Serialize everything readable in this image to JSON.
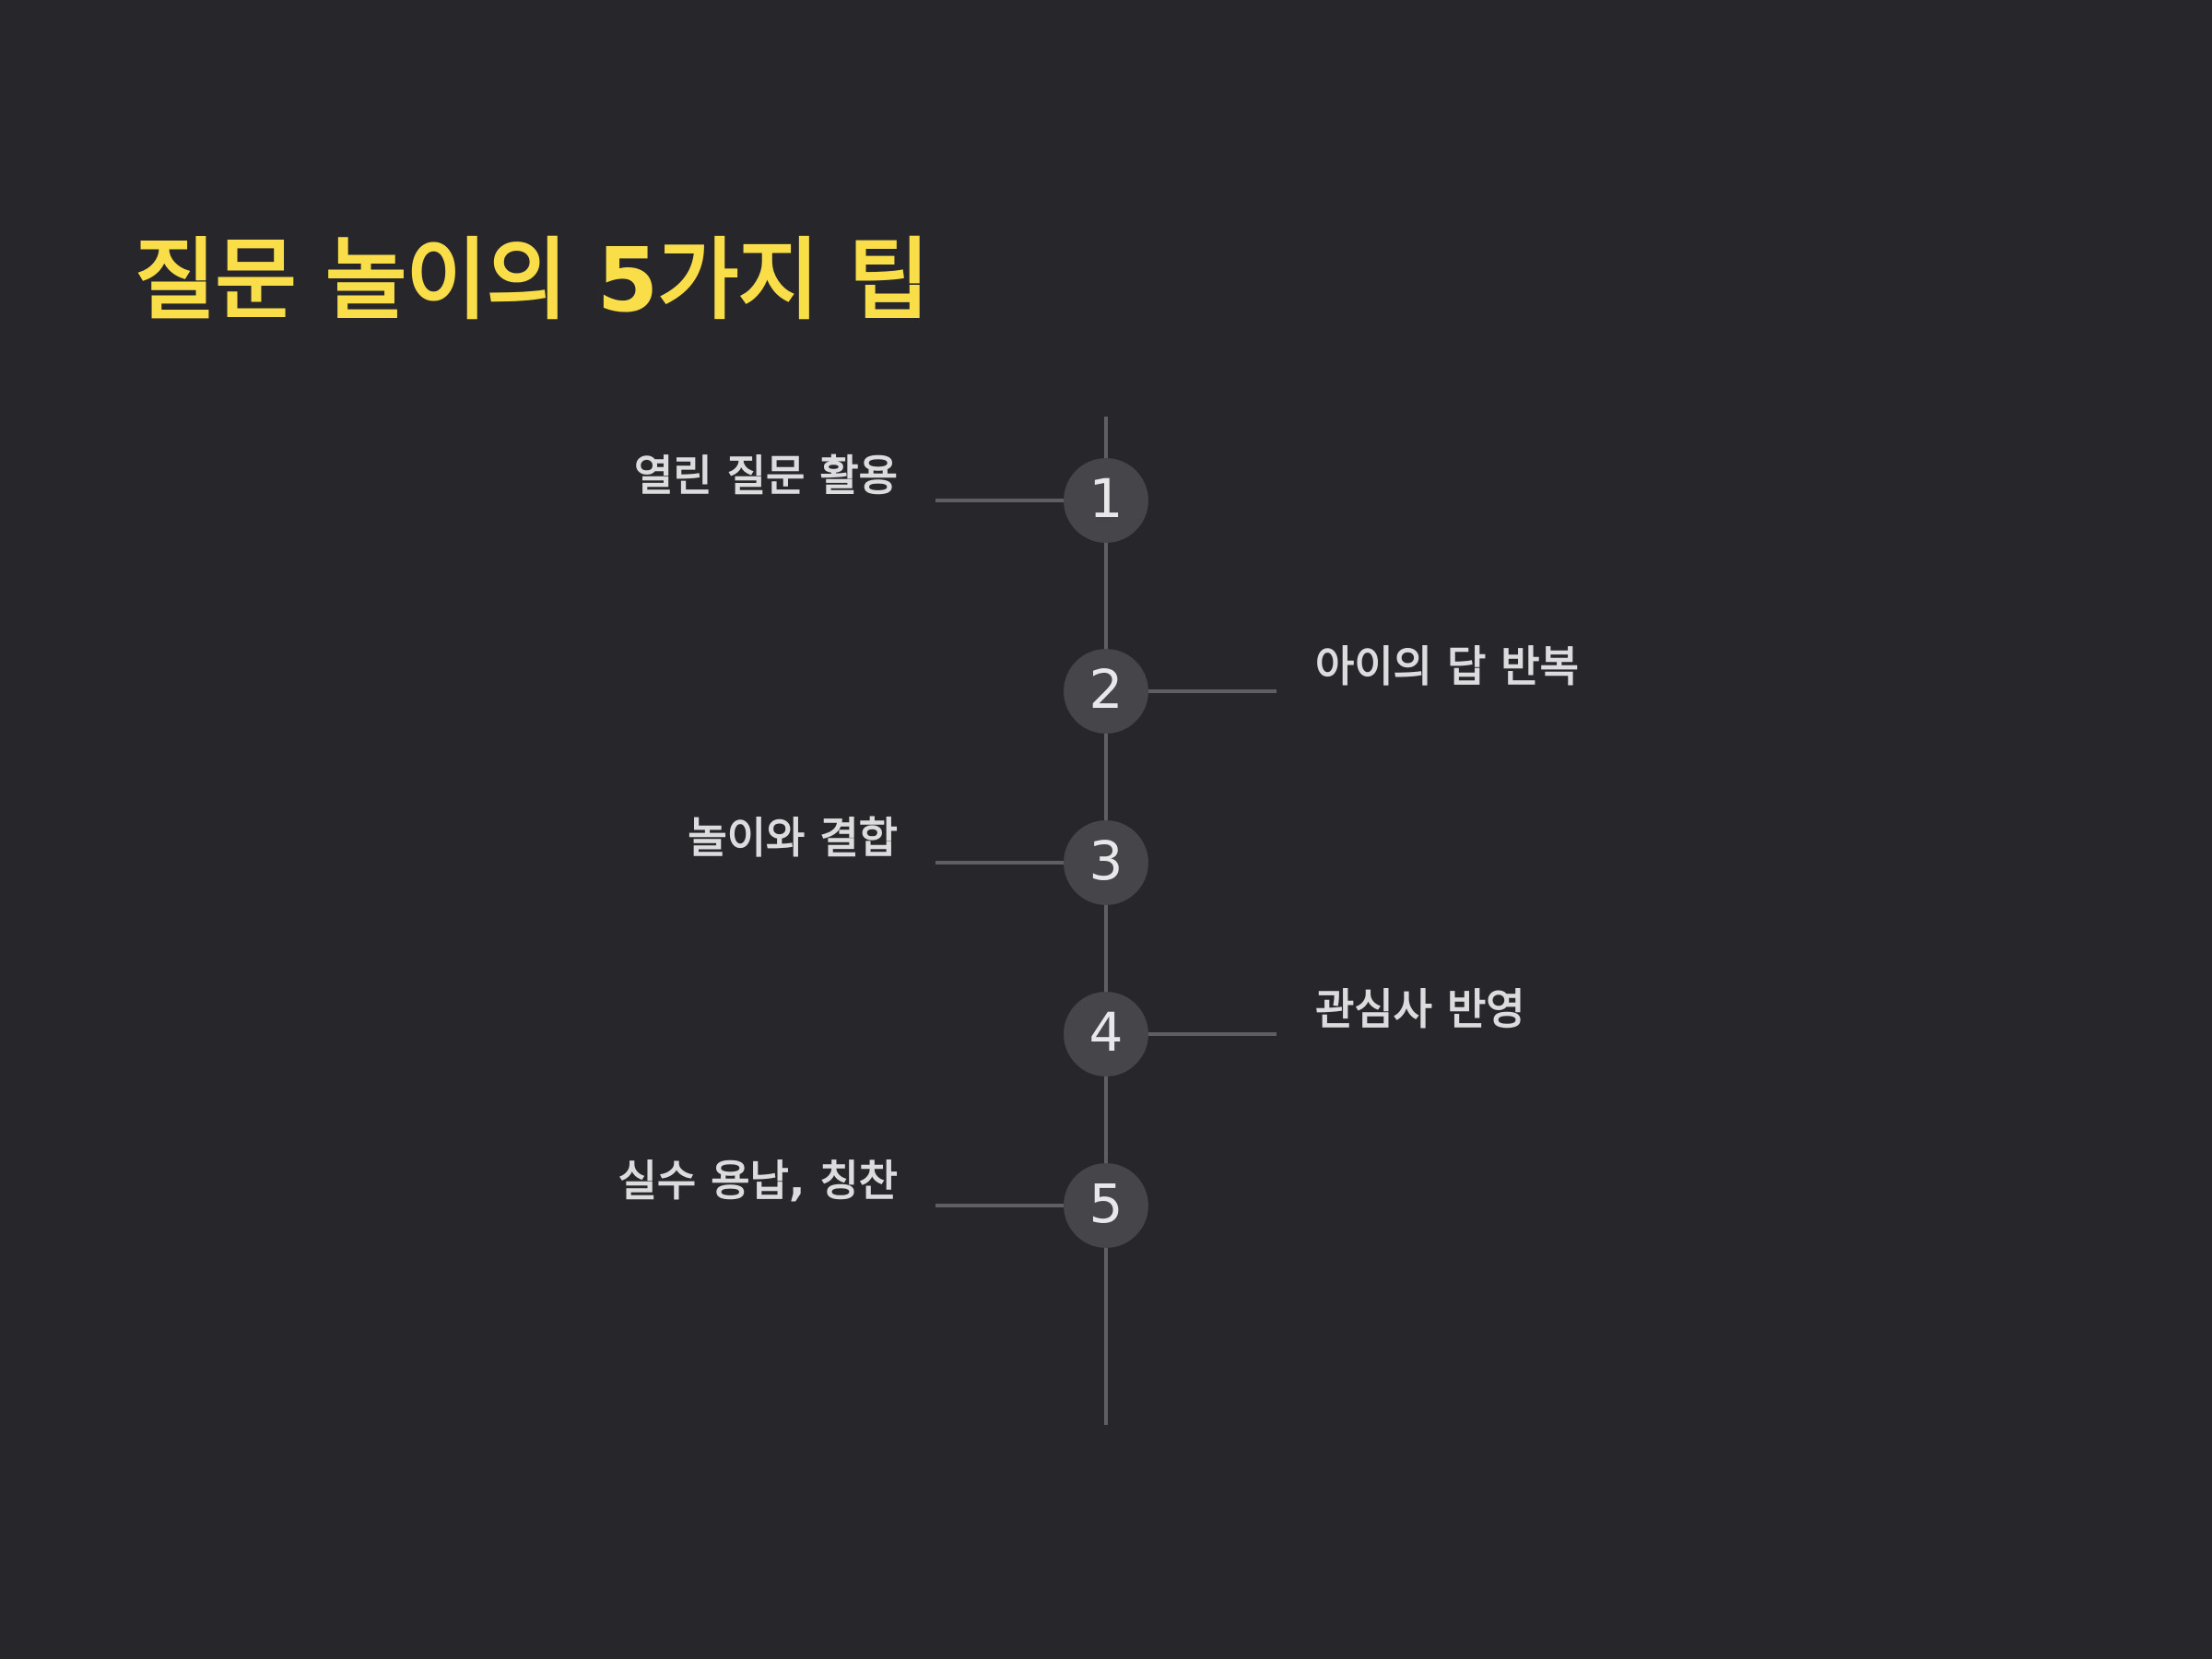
{
  "title": "질문 놀이의 5가지 팁",
  "colors": {
    "background": "#27262b",
    "title": "#f9de4a",
    "label": "#dcdbdd",
    "line": "#5f5e63",
    "circle": "#46454a",
    "number": "#e8e7ea"
  },
  "steps": [
    {
      "number": "1",
      "label": "열린 질문 활용",
      "side": "left"
    },
    {
      "number": "2",
      "label": "아이의 답 반복",
      "side": "right"
    },
    {
      "number": "3",
      "label": "놀이와 결합",
      "side": "left"
    },
    {
      "number": "4",
      "label": "관심사 반영",
      "side": "right"
    },
    {
      "number": "5",
      "label": "실수 용납, 칭찬",
      "side": "left"
    }
  ]
}
